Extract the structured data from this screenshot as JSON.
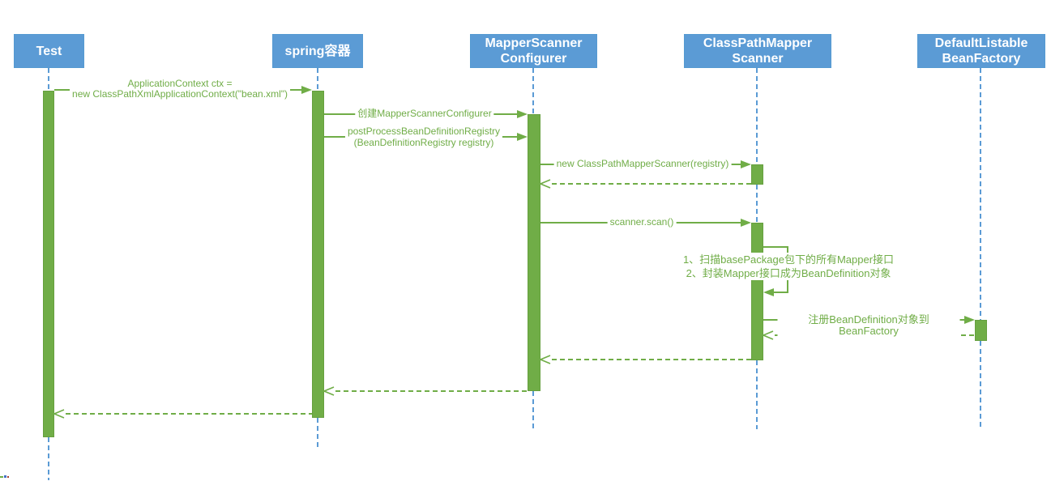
{
  "diagram_type": "uml-sequence-diagram",
  "colors": {
    "participant_fill": "#5b9bd5",
    "participant_text": "#ffffff",
    "activation_fill": "#70ad47",
    "message_color": "#70ad47",
    "lifeline_color": "#5b9bd5",
    "background": "#ffffff"
  },
  "participants": [
    {
      "label": "Test"
    },
    {
      "label": "spring容器"
    },
    {
      "label": "MapperScanner\nConfigurer"
    },
    {
      "label": "ClassPathMapper\nScanner"
    },
    {
      "label": "DefaultListable\nBeanFactory"
    }
  ],
  "messages": [
    {
      "type": "sync",
      "from": "Test",
      "to": "spring容器",
      "label": "ApplicationContext ctx =\nnew ClassPathXmlApplicationContext(\"bean.xml\")"
    },
    {
      "type": "sync",
      "from": "spring容器",
      "to": "MapperScannerConfigurer",
      "label": "创建MapperScannerConfigurer"
    },
    {
      "type": "sync",
      "from": "spring容器",
      "to": "MapperScannerConfigurer",
      "label": "postProcessBeanDefinitionRegistry\n(BeanDefinitionRegistry registry)"
    },
    {
      "type": "sync",
      "from": "MapperScannerConfigurer",
      "to": "ClassPathMapperScanner",
      "label": "new ClassPathMapperScanner(registry)"
    },
    {
      "type": "return",
      "from": "ClassPathMapperScanner",
      "to": "MapperScannerConfigurer",
      "label": ""
    },
    {
      "type": "sync",
      "from": "MapperScannerConfigurer",
      "to": "ClassPathMapperScanner",
      "label": "scanner.scan()"
    },
    {
      "type": "self",
      "from": "ClassPathMapperScanner",
      "to": "ClassPathMapperScanner",
      "label": "1、扫描basePackage包下的所有Mapper接口\n2、封装Mapper接口成为BeanDefinition对象"
    },
    {
      "type": "sync",
      "from": "ClassPathMapperScanner",
      "to": "DefaultListableBeanFactory",
      "label": "注册BeanDefinition对象到BeanFactory"
    },
    {
      "type": "return",
      "from": "DefaultListableBeanFactory",
      "to": "ClassPathMapperScanner",
      "label": ""
    },
    {
      "type": "return",
      "from": "ClassPathMapperScanner",
      "to": "MapperScannerConfigurer",
      "label": ""
    },
    {
      "type": "return",
      "from": "MapperScannerConfigurer",
      "to": "spring容器",
      "label": ""
    },
    {
      "type": "return",
      "from": "spring容器",
      "to": "Test",
      "label": ""
    }
  ]
}
